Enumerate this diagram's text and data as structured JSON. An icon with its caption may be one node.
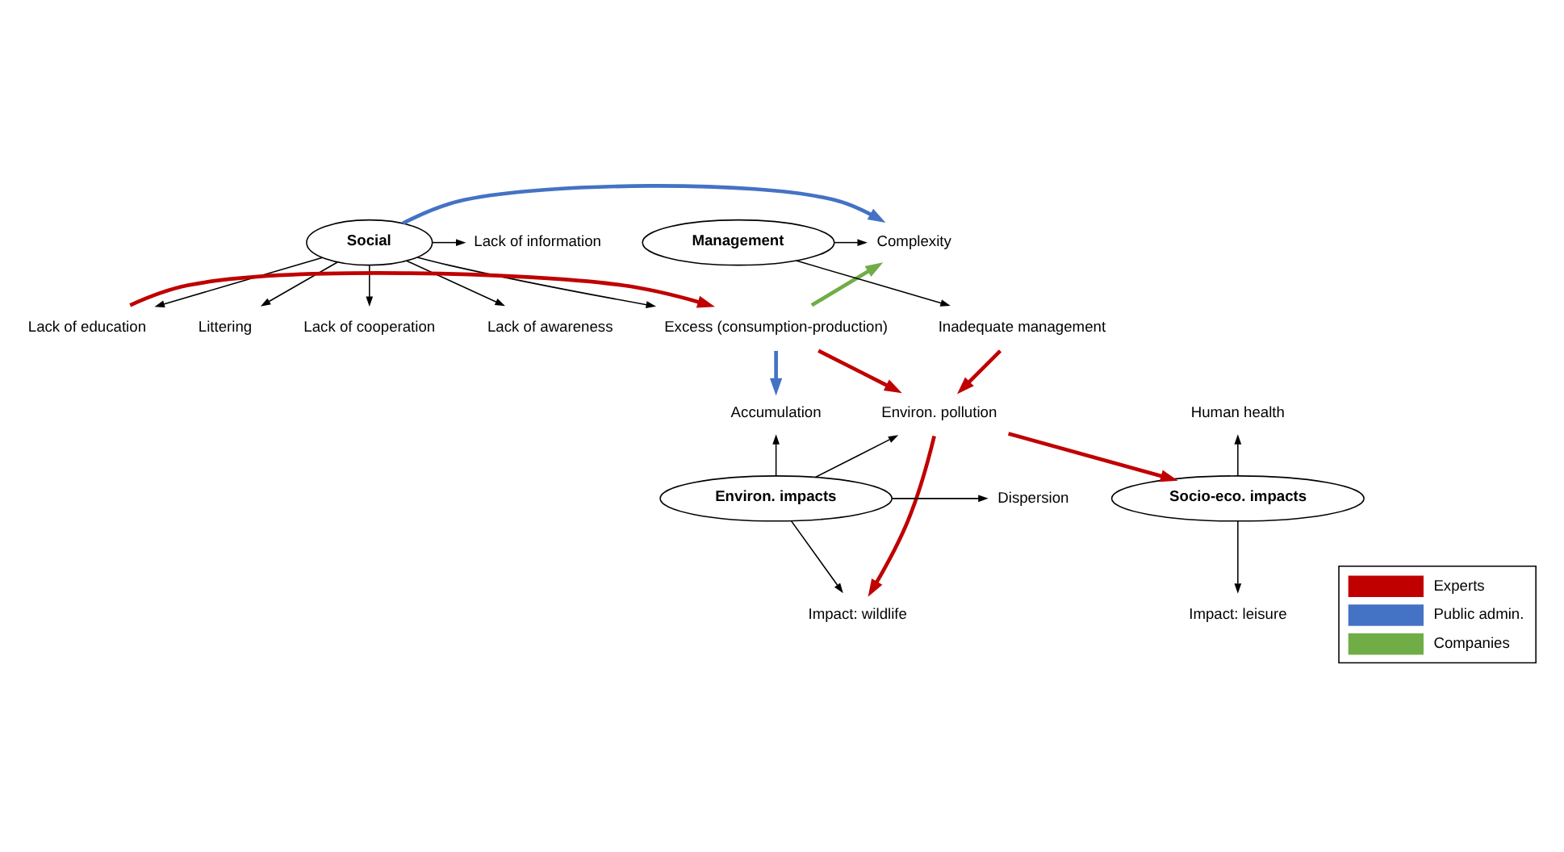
{
  "diagram": {
    "nodes": [
      {
        "text": [
          "Social"
        ]
      },
      {
        "text": [
          "Littering"
        ]
      },
      {
        "text": [
          "Lack of awareness"
        ]
      },
      {
        "text": [
          "Lack of information"
        ]
      },
      {
        "text": [
          "Lack of education"
        ]
      },
      {
        "text": [
          "Lack of cooperation"
        ]
      },
      {
        "text": [
          "Excess (consumption-production)"
        ]
      },
      {
        "text": [
          "Complexity"
        ]
      },
      {
        "text": [
          "Management"
        ]
      },
      {
        "text": [
          "Inadequate management"
        ]
      },
      {
        "text": [
          "Environ. pollution"
        ]
      },
      {
        "text": [
          "Accumulation"
        ]
      },
      {
        "text": [
          "Environ. impacts"
        ]
      },
      {
        "text": [
          "Dispersion"
        ]
      },
      {
        "text": [
          "Impact: wildlife"
        ]
      },
      {
        "text": [
          "Socio-eco. impacts"
        ]
      },
      {
        "text": [
          "Human health"
        ]
      },
      {
        "text": [
          "Impact: leisure"
        ]
      }
    ],
    "edges": [
      {
        "from": 0,
        "to": 1,
        "arrow": "to"
      },
      {
        "from": 0,
        "to": 2,
        "arrow": "to"
      },
      {
        "from": 0,
        "to": 3,
        "arrow": "to"
      },
      {
        "from": 0,
        "to": 4,
        "arrow": "to"
      },
      {
        "from": 0,
        "to": 5,
        "arrow": "to"
      },
      {
        "from": 0,
        "to": 6,
        "arrow": "to"
      },
      {
        "from": 0,
        "to": 7,
        "arrow": "to",
        "style": "thick",
        "color": "#4472c4"
      },
      {
        "from": 8,
        "to": 7,
        "arrow": "to"
      },
      {
        "from": 8,
        "to": 9,
        "arrow": "to"
      },
      {
        "from": 4,
        "to": 6,
        "arrow": "to",
        "style": "thick",
        "color": "#c00000"
      },
      {
        "from": 6,
        "to": 7,
        "arrow": "to",
        "style": "thick",
        "color": "#70ad47"
      },
      {
        "from": 6,
        "to": 11,
        "arrow": "to",
        "style": "thick",
        "color": "#4472c4"
      },
      {
        "from": 6,
        "to": 10,
        "arrow": "to",
        "style": "thick",
        "color": "#c00000"
      },
      {
        "from": 9,
        "to": 10,
        "arrow": "to",
        "style": "thick",
        "color": "#c00000"
      },
      {
        "from": 12,
        "to": 10,
        "arrow": "to"
      },
      {
        "from": 12,
        "to": 11,
        "arrow": "to"
      },
      {
        "from": 12,
        "to": 13,
        "arrow": "to"
      },
      {
        "from": 12,
        "to": 14,
        "arrow": "to"
      },
      {
        "from": 10,
        "to": 15,
        "arrow": "to",
        "style": "thick",
        "color": "#c00000"
      },
      {
        "from": 10,
        "to": 14,
        "arrow": "to",
        "style": "thick",
        "color": "#c00000"
      },
      {
        "from": 15,
        "to": 16,
        "arrow": "to"
      },
      {
        "from": 15,
        "to": 17,
        "arrow": "to"
      }
    ],
    "legend": [
      {
        "text": "Experts",
        "color": "#c00000"
      },
      {
        "text": "Public admin.",
        "color": "#4472c4"
      },
      {
        "text": "Companies",
        "color": "#70ad47"
      }
    ]
  }
}
